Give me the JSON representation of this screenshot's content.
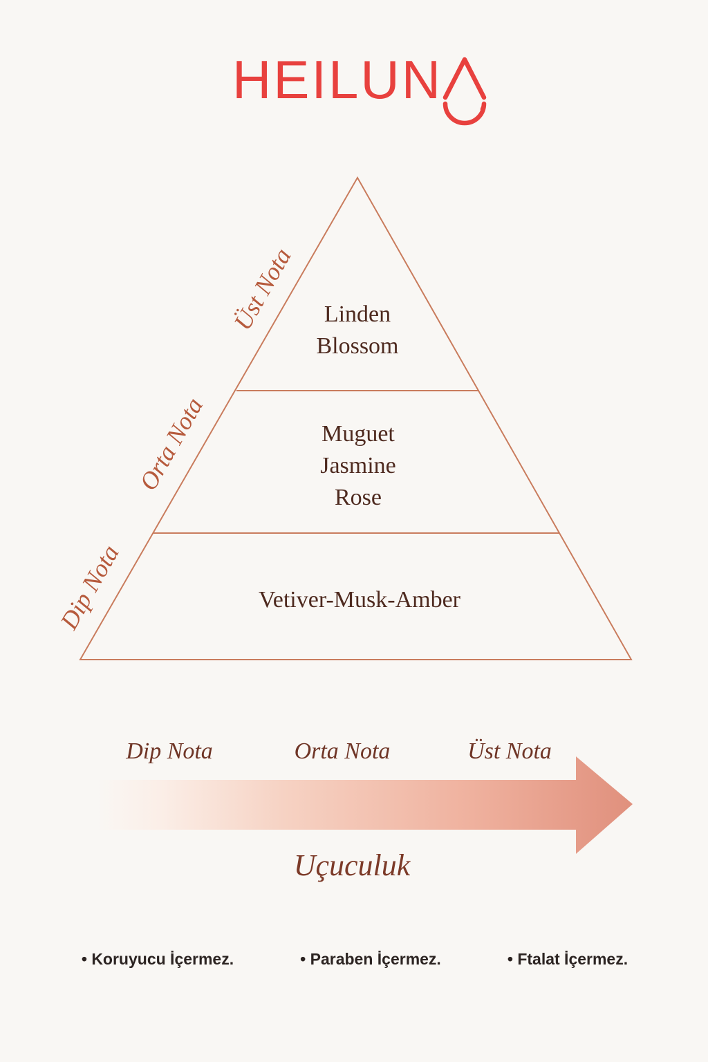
{
  "brand": {
    "name": "HEILUN",
    "color": "#e8413e",
    "mark": "drop-icon"
  },
  "pyramid": {
    "stroke_color": "#c97c5d",
    "tiers": [
      {
        "level": "top",
        "side_label": "Üst Nota",
        "notes": [
          "Linden",
          "Blossom"
        ]
      },
      {
        "level": "middle",
        "side_label": "Orta Nota",
        "notes": [
          "Muguet",
          "Jasmine",
          "Rose"
        ]
      },
      {
        "level": "base",
        "side_label": "Dip Nota",
        "notes": [
          "Vetiver-Musk-Amber"
        ]
      }
    ]
  },
  "volatility": {
    "axis_label": "Uçuculuk",
    "stages": [
      "Dip Nota",
      "Orta Nota",
      "Üst Nota"
    ],
    "arrow_color": "#e09582"
  },
  "badges": [
    "• Koruyucu İçermez.",
    "• Paraben İçermez.",
    "• Ftalat İçermez."
  ]
}
